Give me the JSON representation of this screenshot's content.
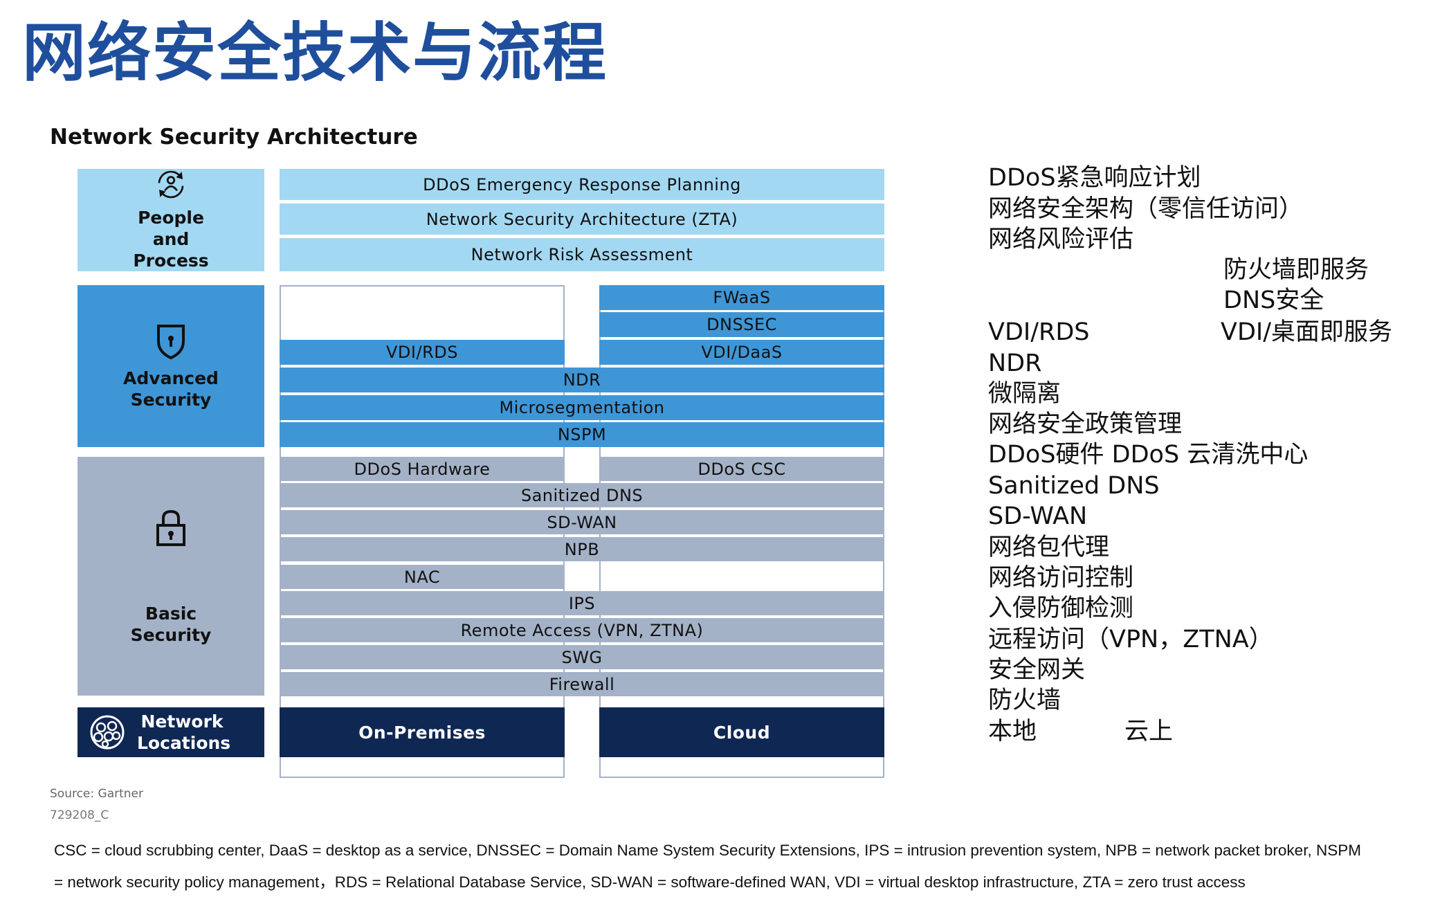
{
  "title": "网络安全技术与流程",
  "diagram": {
    "heading": "Network Security Architecture",
    "categories": {
      "people": "People and Process",
      "advanced": "Advanced Security",
      "basic": "Basic Security",
      "network": "Network Locations"
    },
    "bars": {
      "ddos_planning": "DDoS Emergency Response Planning",
      "nsa_zta": "Network Security Architecture (ZTA)",
      "risk": "Network Risk Assessment",
      "fwaas": "FWaaS",
      "dnssec": "DNSSEC",
      "vdi_rds": "VDI/RDS",
      "vdi_daas": "VDI/DaaS",
      "ndr": "NDR",
      "microseg": "Microsegmentation",
      "nspm": "NSPM",
      "ddos_hw": "DDoS Hardware",
      "ddos_csc": "DDoS CSC",
      "sanitized_dns": "Sanitized DNS",
      "sdwan": "SD-WAN",
      "npb": "NPB",
      "nac": "NAC",
      "ips": "IPS",
      "remote_access": "Remote Access (VPN, ZTNA)",
      "swg": "SWG",
      "firewall": "Firewall",
      "on_prem": "On-Premises",
      "cloud": "Cloud"
    },
    "source": "Source: Gartner",
    "code": "729208_C"
  },
  "translations": {
    "ddos": "DDoS紧急响应计划",
    "zta": "网络安全架构（零信任访问）",
    "risk": "网络风险评估",
    "fwaas": "防火墙即服务",
    "dns": "DNS安全",
    "vdi_rds": "VDI/RDS",
    "vdi_daas": "VDI/桌面即服务",
    "ndr": "NDR",
    "microseg": "微隔离",
    "nspm": "网络安全政策管理",
    "ddos_hw": "DDoS硬件  DDoS 云清洗中心",
    "sanitized_dns": "Sanitized DNS",
    "sdwan": "SD-WAN",
    "npb": "网络包代理",
    "nac": "网络访问控制",
    "ips": "入侵防御检测",
    "remote": "远程访问（VPN，ZTNA）",
    "swg": "安全网关",
    "firewall": "防火墙",
    "local": "本地",
    "cloud": "云上"
  },
  "footnote": {
    "line1": "CSC = cloud scrubbing center, DaaS = desktop as a service, DNSSEC = Domain Name System Security Extensions, IPS = intrusion prevention system, NPB = network packet broker, NSPM",
    "line2": "= network security policy management，RDS = Relational Database Service, SD-WAN = software-defined WAN, VDI = virtual desktop infrastructure, ZTA = zero trust access"
  }
}
